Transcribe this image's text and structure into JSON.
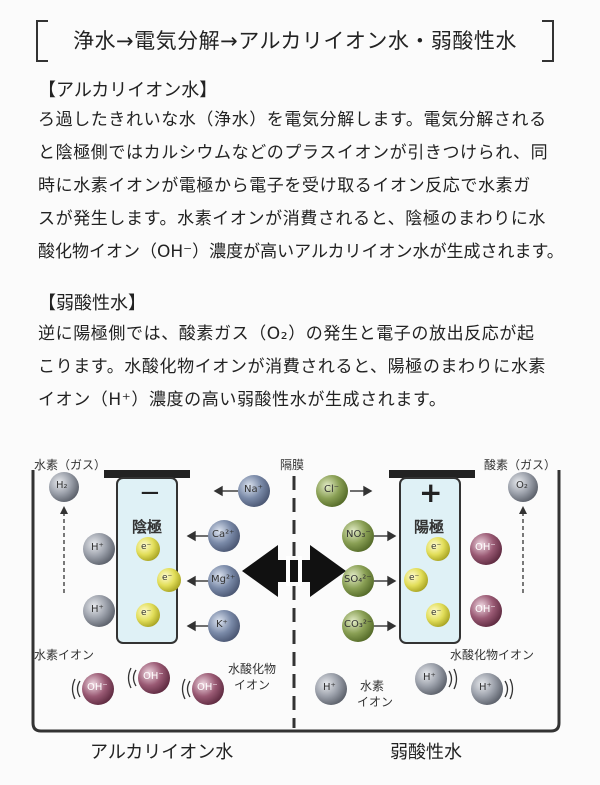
{
  "title": "浄水→電気分解→アルカリイオン水・弱酸性水",
  "alkaline_section": {
    "heading": "【アルカリイオン水】",
    "lines": [
      "ろ過したきれいな水（浄水）を電気分解します。電気分解される",
      "と陰極側ではカルシウムなどのプラスイオンが引きつけられ、同",
      "時に水素イオンが電極から電子を受け取るイオン反応で水素ガ",
      "スが発生します。水素イオンが消費されると、陰極のまわりに水",
      "酸化物イオン（OH⁻）濃度が高いアルカリイオン水が生成されます。"
    ]
  },
  "acidic_section": {
    "heading": "【弱酸性水】",
    "lines": [
      "逆に陽極側では、酸素ガス（O₂）の発生と電子の放出反応が起",
      "こります。水酸化物イオンが消費されると、陽極のまわりに水素",
      "イオン（H⁺）濃度の高い弱酸性水が生成されます。"
    ]
  },
  "diagram": {
    "hydrogen_gas_label": "水素（ガス）",
    "oxygen_gas_label": "酸素（ガス）",
    "membrane_label": "隔膜",
    "cathode_sign": "−",
    "cathode_label": "陰極",
    "anode_sign": "+",
    "anode_label": "陽極",
    "h2": "H₂",
    "o2": "O₂",
    "h_ion": "H⁺",
    "electron": "e⁻",
    "oh_ion": "OH⁻",
    "cations": [
      "Na⁺",
      "Ca²⁺",
      "Mg²⁺",
      "K⁺"
    ],
    "anions": [
      "Cl⁻",
      "NO₃⁻",
      "SO₄²⁻",
      "CO₃²⁻"
    ],
    "hydrogen_ion_label": "水素イオン",
    "hydroxide_ion_label_left": "水酸化物",
    "hydroxide_ion_label_left2": "イオン",
    "hydroxide_ion_label_right": "水酸化物イオン",
    "hydrogen_ion_label_right": "水素",
    "hydrogen_ion_label_right2": "イオン",
    "alkaline_water_label": "アルカリイオン水",
    "acidic_water_label": "弱酸性水",
    "colors": {
      "gray_ball": "#8a8f9a",
      "blue_ball": "#6a7a9a",
      "green_ball": "#6f8a3c",
      "purple_ball": "#7a3a55",
      "yellow_ball": "#d9d64a",
      "electrode_fill": "#dff1f6"
    }
  }
}
